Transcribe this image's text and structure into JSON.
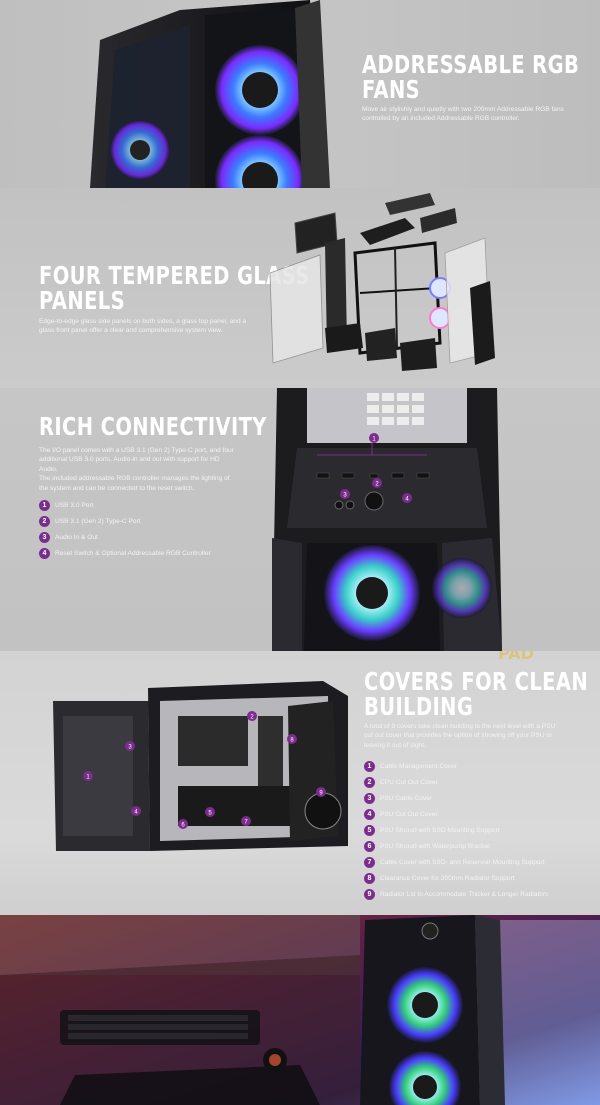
{
  "colors": {
    "accent_purple": "#7b2d8e",
    "text_white": "#ffffff",
    "bg_grey": "#c9c9c9"
  },
  "sections": {
    "rgb_fans": {
      "heading": "ADDRESSABLE RGB FANS",
      "heading_lines": [
        "ADDRESSABLE RGB",
        "FANS"
      ],
      "text_lines": [
        "Move air stylishly and quietly with two 200mm Addressable RGB fans",
        "controlled by an included Addressable RGB controller."
      ]
    },
    "glass_panels": {
      "heading_lines": [
        "FOUR TEMPERED GLASS",
        "PANELS"
      ],
      "text_lines": [
        "Edge-to-edge glass side panels on both sides, a glass top panel, and a",
        "glass front panel offer a clear and comprehensive system view."
      ]
    },
    "connectivity": {
      "heading": "RICH CONNECTIVITY",
      "text_lines": [
        "The I/O panel comes with a USB 3.1 (Gen 2) Type-C port, and four",
        "additional USB 3.0 ports. Audio-in and out with support for HD",
        "Audio.",
        "The included addressable RGB controller manages the lighting of",
        "the system and can be connected to the reset switch."
      ],
      "features": [
        {
          "num": "1",
          "label": "USB 3.0 Port"
        },
        {
          "num": "2",
          "label": "USB 3.1 (Gen 2) Type-C Port"
        },
        {
          "num": "3",
          "label": "Audio In & Out"
        },
        {
          "num": "4",
          "label": "Reset Switch & Optional Addressable RGB Controller"
        }
      ],
      "callouts": [
        "1",
        "2",
        "3",
        "4"
      ]
    },
    "covers": {
      "heading_lines": [
        "COVERS FOR CLEAN",
        "BUILDING"
      ],
      "text_lines": [
        "A total of 9 covers take clean building to the next level with a PSU",
        "cut out cover that provides the option of showing off your PSU or",
        "leaving it out of sight."
      ],
      "features": [
        {
          "num": "1",
          "label": "Cable Management Cover"
        },
        {
          "num": "2",
          "label": "CPU Cut Out Cover"
        },
        {
          "num": "3",
          "label": "PSU Cable Cover"
        },
        {
          "num": "4",
          "label": "PSU Cut Out Cover"
        },
        {
          "num": "5",
          "label": "PSU Shroud with SSD Mounting Support"
        },
        {
          "num": "6",
          "label": "PSU Shroud with Waterpump Bracket"
        },
        {
          "num": "7",
          "label": "Cable Cover with SSD- and Reservoir Mounting Support"
        },
        {
          "num": "8",
          "label": "Clearance Cover for 200mm Radiator Support"
        },
        {
          "num": "9",
          "label": "Radiator Lid to Accommodate Thicker & Longer Radiators"
        }
      ],
      "callouts": [
        "1",
        "2",
        "3",
        "4",
        "5",
        "6",
        "7",
        "8",
        "9"
      ]
    }
  },
  "watermark": "PAD"
}
